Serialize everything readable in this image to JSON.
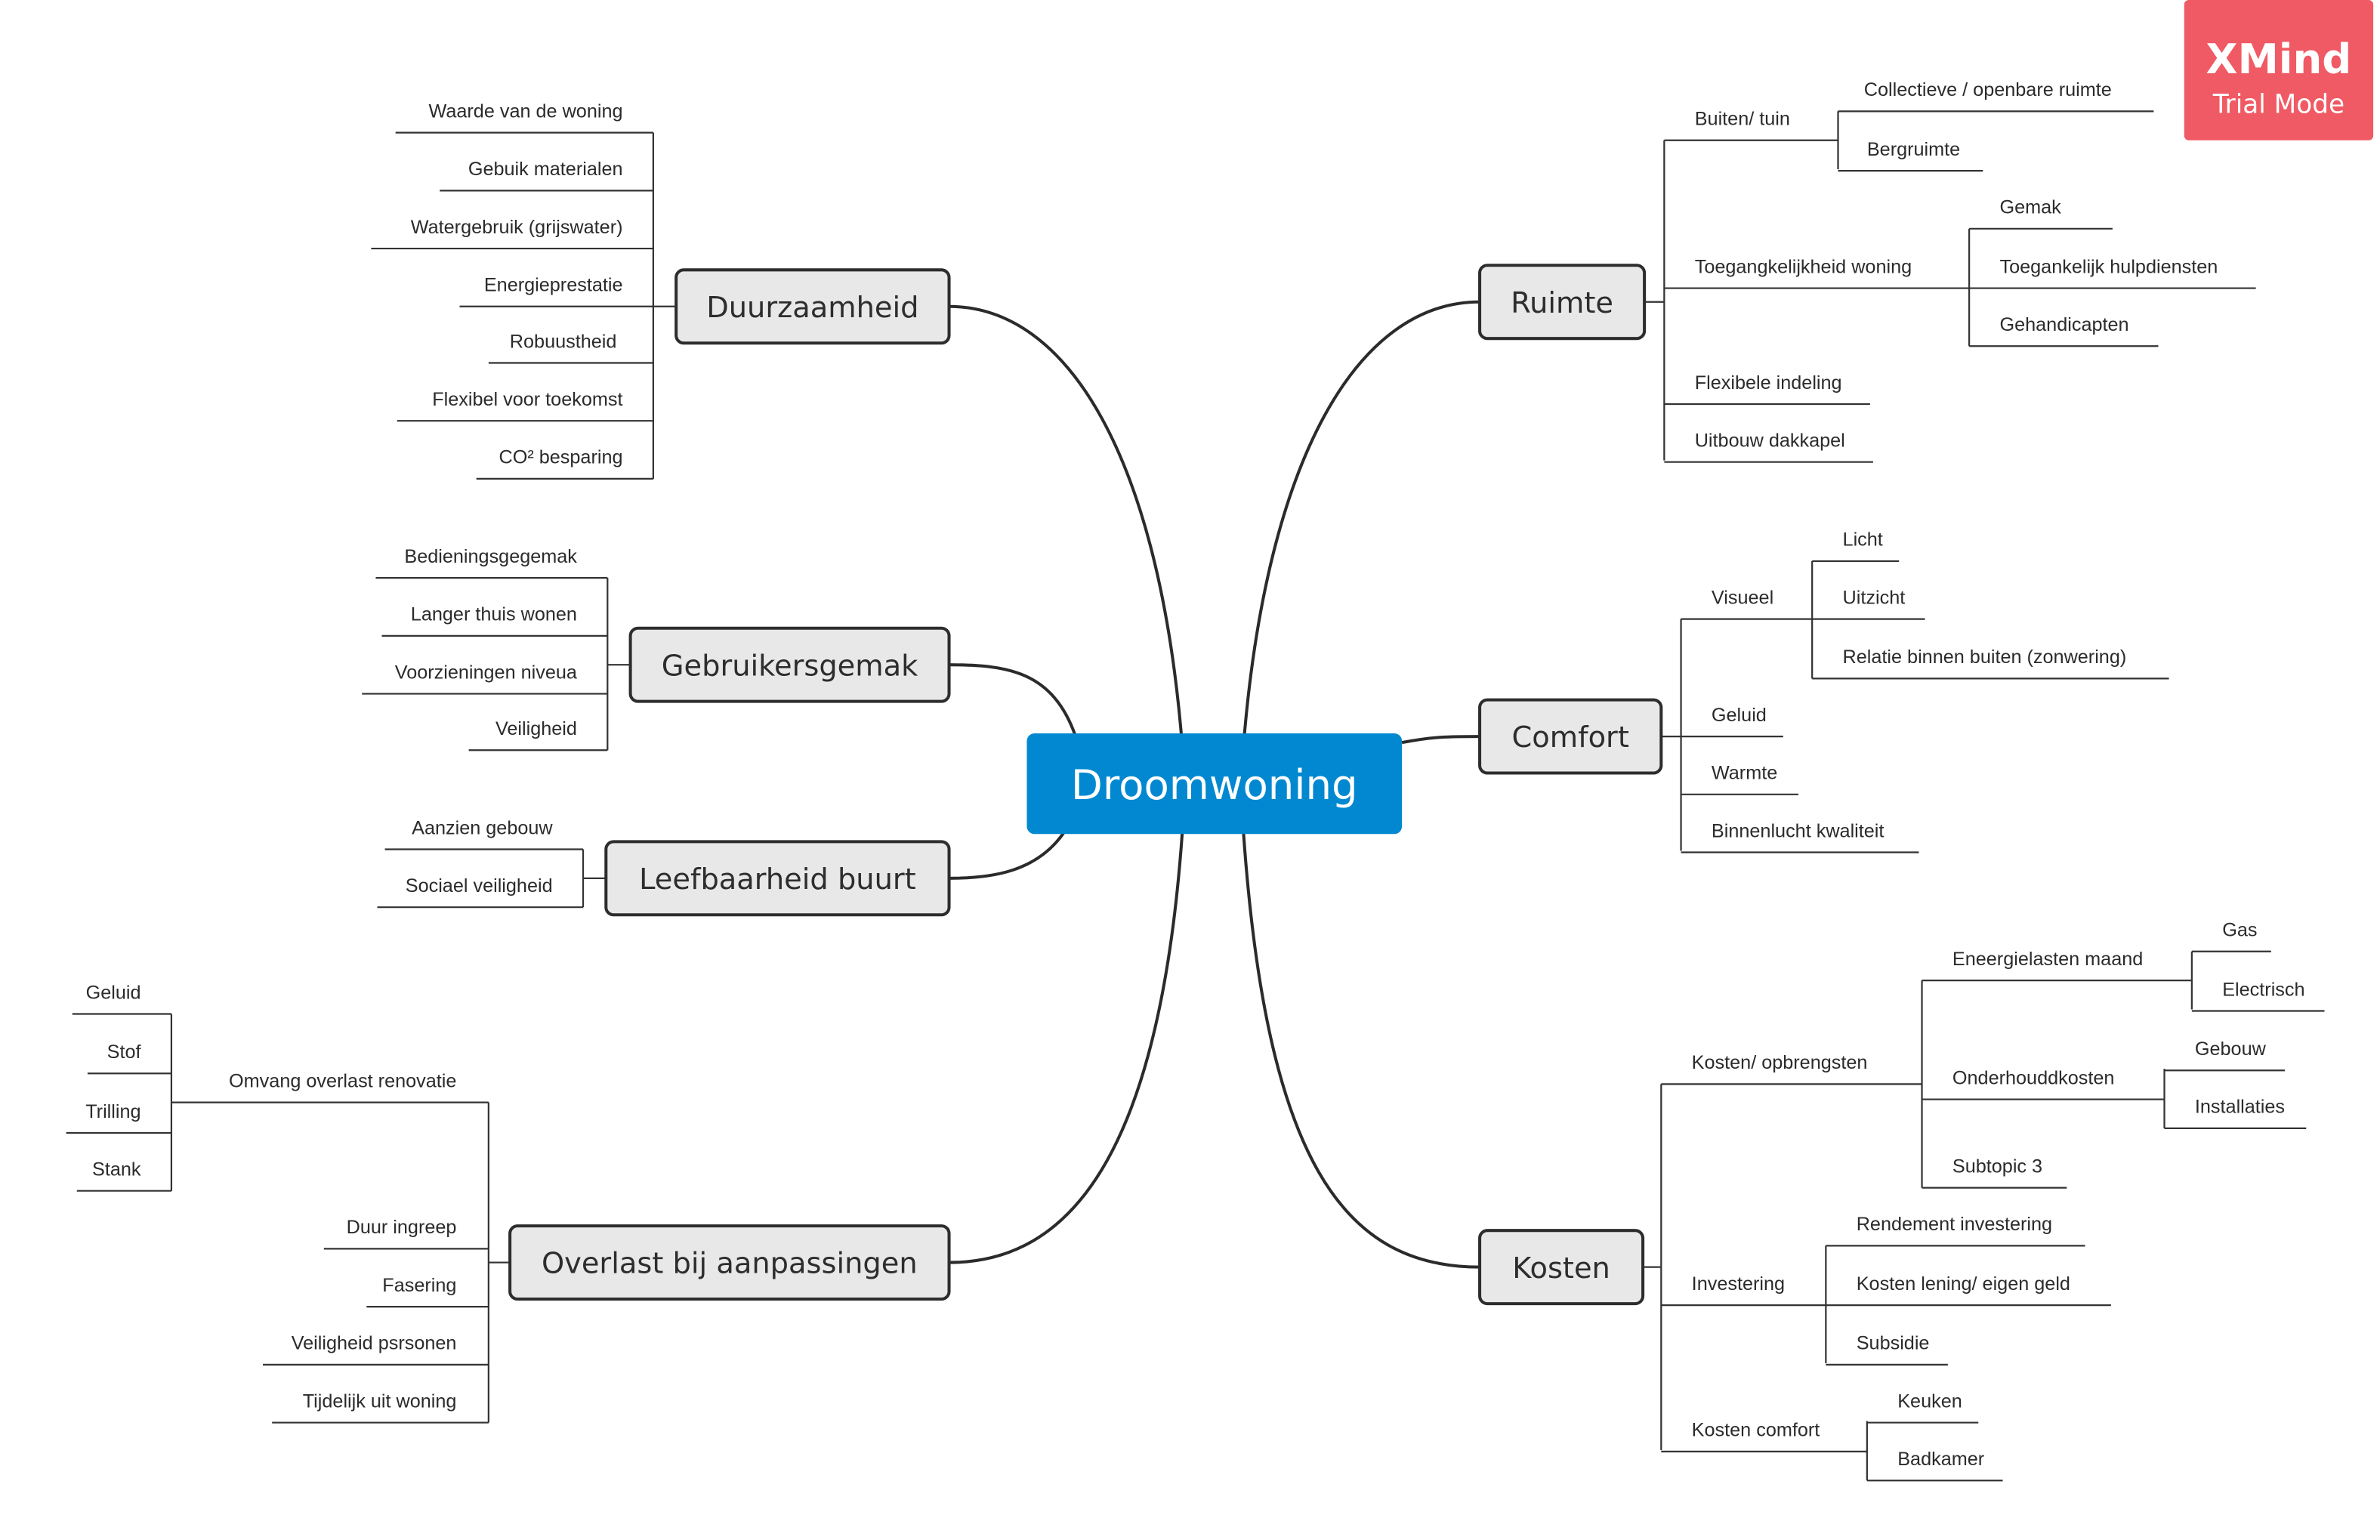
{
  "badge": {
    "title": "XMind",
    "subtitle": "Trial Mode"
  },
  "colors": {
    "central": "#0288d1",
    "badge": "#f05a64",
    "topic_fill": "#e8e8e8",
    "line": "#2b2b2b"
  },
  "central": "Droomwoning",
  "left": [
    {
      "label": "Duurzaamheid",
      "children": [
        {
          "label": "Waarde van de woning"
        },
        {
          "label": "Gebuik materialen"
        },
        {
          "label": "Watergebruik (grijswater)"
        },
        {
          "label": "Energieprestatie"
        },
        {
          "label": "Robuustheid"
        },
        {
          "label": "Flexibel voor toekomst"
        },
        {
          "label": "CO² besparing"
        }
      ]
    },
    {
      "label": "Gebruikersgemak",
      "children": [
        {
          "label": "Bedieningsgegemak"
        },
        {
          "label": "Langer thuis wonen"
        },
        {
          "label": "Voorzieningen niveua"
        },
        {
          "label": "Veiligheid"
        }
      ]
    },
    {
      "label": "Leefbaarheid buurt",
      "children": [
        {
          "label": "Aanzien gebouw"
        },
        {
          "label": "Sociael veiligheid"
        }
      ]
    },
    {
      "label": "Overlast bij aanpassingen",
      "children": [
        {
          "label": "Omvang overlast renovatie",
          "children": [
            {
              "label": "Geluid"
            },
            {
              "label": "Stof"
            },
            {
              "label": "Trilling"
            },
            {
              "label": "Stank"
            }
          ]
        },
        {
          "label": "Duur ingreep"
        },
        {
          "label": "Fasering"
        },
        {
          "label": "Veiligheid psrsonen"
        },
        {
          "label": "Tijdelijk uit woning"
        }
      ]
    }
  ],
  "right": [
    {
      "label": "Ruimte",
      "children": [
        {
          "label": "Buiten/ tuin",
          "children": [
            {
              "label": "Collectieve / openbare ruimte"
            },
            {
              "label": "Bergruimte"
            }
          ]
        },
        {
          "label": "Toegangkelijkheid woning",
          "children": [
            {
              "label": "Gemak"
            },
            {
              "label": "Toegankelijk hulpdiensten"
            },
            {
              "label": "Gehandicapten"
            }
          ]
        },
        {
          "label": "Flexibele indeling"
        },
        {
          "label": "Uitbouw dakkapel"
        }
      ]
    },
    {
      "label": "Comfort",
      "children": [
        {
          "label": "Visueel",
          "children": [
            {
              "label": "Licht"
            },
            {
              "label": "Uitzicht"
            },
            {
              "label": "Relatie binnen buiten (zonwering)"
            }
          ]
        },
        {
          "label": "Geluid"
        },
        {
          "label": "Warmte"
        },
        {
          "label": "Binnenlucht kwaliteit"
        }
      ]
    },
    {
      "label": "Kosten",
      "children": [
        {
          "label": "Kosten/ opbrengsten",
          "children": [
            {
              "label": "Eneergielasten maand",
              "children": [
                {
                  "label": "Gas"
                },
                {
                  "label": "Electrisch"
                }
              ]
            },
            {
              "label": "Onderhouddkosten",
              "children": [
                {
                  "label": "Gebouw"
                },
                {
                  "label": "Installaties"
                }
              ]
            },
            {
              "label": "Subtopic 3"
            }
          ]
        },
        {
          "label": "Investering",
          "children": [
            {
              "label": "Rendement investering"
            },
            {
              "label": "Kosten lening/ eigen geld"
            },
            {
              "label": "Subsidie"
            }
          ]
        },
        {
          "label": "Kosten comfort",
          "children": [
            {
              "label": "Keuken"
            },
            {
              "label": "Badkamer"
            }
          ]
        }
      ]
    }
  ]
}
